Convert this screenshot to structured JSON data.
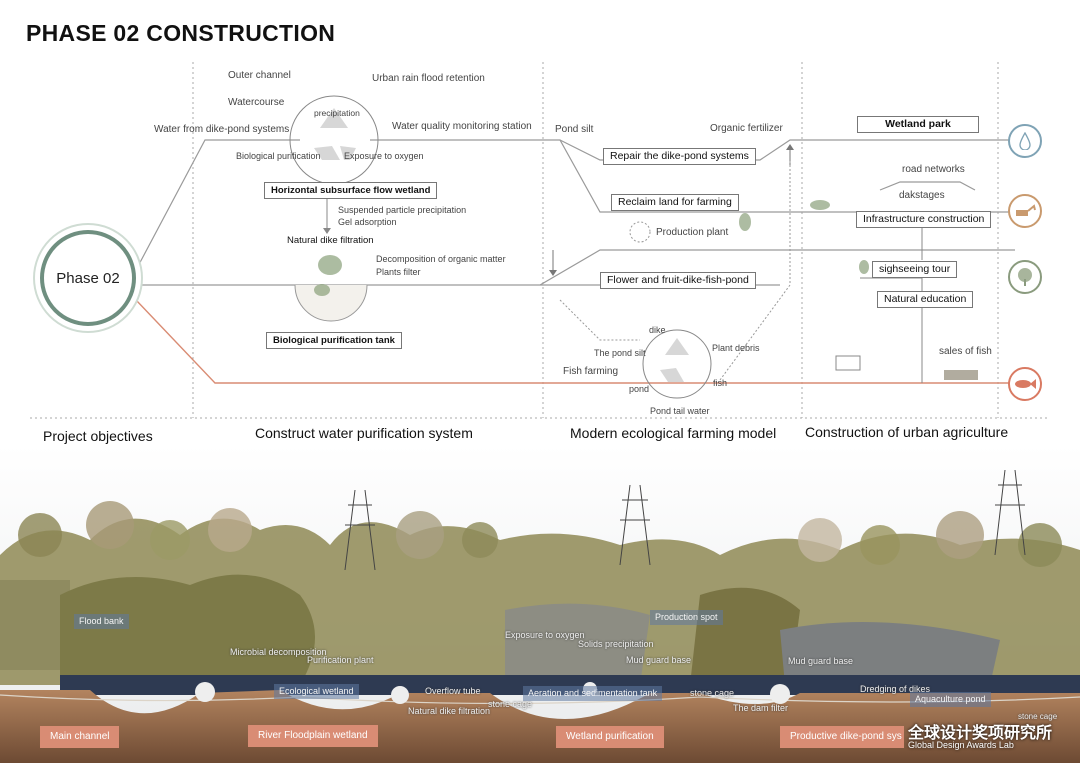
{
  "title": "PHASE 02 CONSTRUCTION",
  "phase_label": "Phase 02",
  "sections": {
    "s1": "Project objectives",
    "s2": "Construct water purification system",
    "s3": "Modern ecological farming model",
    "s4": "Construction of urban agriculture"
  },
  "purification": {
    "outer_channel": "Outer channel",
    "watercourse": "Watercourse",
    "water_from": "Water from dike-pond systems",
    "urban_rain": "Urban rain flood retention",
    "water_quality": "Water quality monitoring station",
    "precipitation": "precipitation",
    "bio_purification": "Biological purification",
    "exposure": "Exposure to oxygen",
    "horizontal": "Horizontal subsurface flow wetland",
    "suspended": "Suspended particle precipitation",
    "gel": "Gel adsorption",
    "natural_dike": "Natural dike filtration",
    "decomposition": "Decomposition of organic matter",
    "plants_filter": "Plants filter",
    "bio_tank": "Biological purification tank"
  },
  "farming": {
    "pond_silt": "Pond silt",
    "organic_fertilizer": "Organic fertilizer",
    "repair": "Repair the dike-pond systems",
    "reclaim": "Reclaim land for farming",
    "production_plant": "Production plant",
    "flower_fruit": "Flower and fruit-dike-fish-pond",
    "dike": "dike",
    "the_pond_silt": "The pond silt",
    "plant_debris": "Plant debris",
    "fish_farming": "Fish farming",
    "fish": "fish",
    "pond": "pond",
    "pond_tail": "Pond tail water"
  },
  "urban": {
    "wetland_park": "Wetland park",
    "road_networks": "road networks",
    "dakstages": "dakstages",
    "infrastructure": "Infrastructure construction",
    "sightseeing": "sighseeing tour",
    "natural_education": "Natural education",
    "sales_of_fish": "sales of fish"
  },
  "scene": {
    "flood_bank": "Flood bank",
    "microbial": "Microbial decomposition",
    "purification_plant": "Purification plant",
    "ecological_wetland": "Ecological wetland",
    "overflow_tube": "Overflow tube",
    "stone_cage_1": "stone cage",
    "natural_dike_filtration": "Natural dike filtration",
    "exposure_oxygen": "Exposure to oxygen",
    "solids_precipitation": "Solids precipitation",
    "mud_guard_base_1": "Mud guard base",
    "aeration": "Aeration and sedimentation tank",
    "production_spot": "Production spot",
    "stone_cage_2": "stone cage",
    "dam_filter": "The dam filter",
    "mud_guard_base_2": "Mud guard base",
    "dredging": "Dredging of dikes",
    "aquaculture_pond": "Aquaculture pond",
    "stone_cage_3": "stone cage"
  },
  "tags": {
    "main_channel": "Main channel",
    "river_floodplain": "River Floodplain wetland",
    "wetland_purification": "Wetland purification",
    "productive": "Productive dike-pond sys"
  },
  "watermark": {
    "cn": "全球设计奖项研究所",
    "en": "Global Design Awards Lab"
  },
  "colors": {
    "phase_ring": "#6f8f80",
    "water_icon": "#7fa3b5",
    "infra_icon": "#c99a6e",
    "tree_icon": "#8a9b7e",
    "fish_icon": "#d97a62",
    "tag": "#d98c74"
  },
  "icons": [
    "water-drop-icon",
    "excavator-icon",
    "tree-icon",
    "fish-icon",
    "recycle-icon"
  ]
}
